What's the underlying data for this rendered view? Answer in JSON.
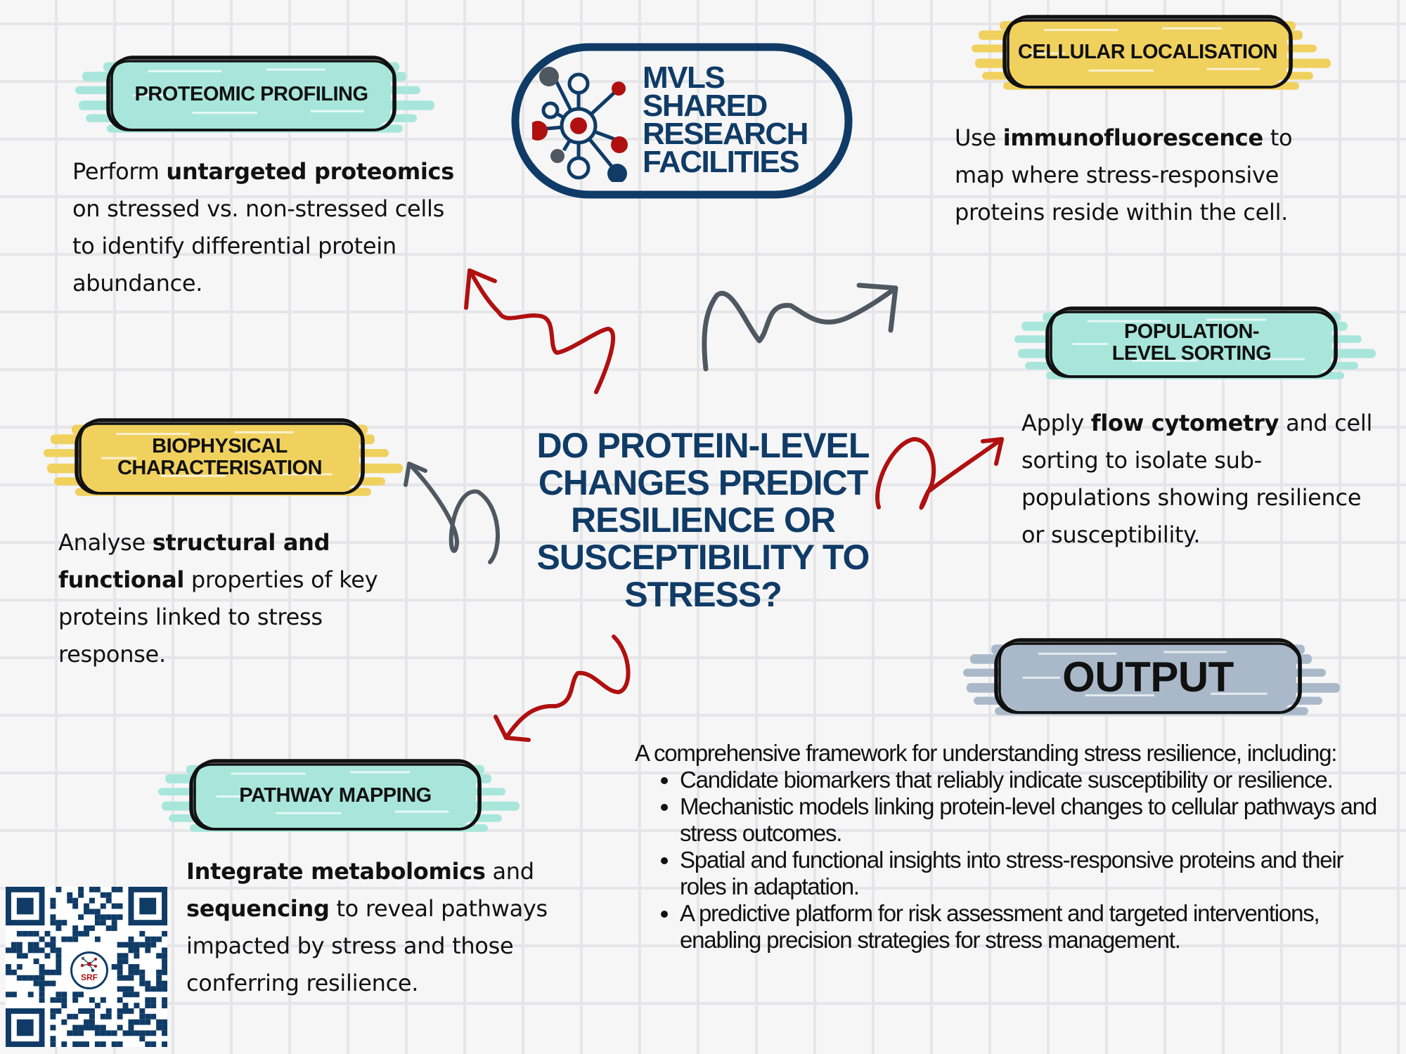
{
  "colors": {
    "navy": "#0f3b66",
    "red": "#b01010",
    "grey": "#4f5861",
    "teal": "#a8e6dc",
    "yellow": "#f0d15e",
    "slate": "#a9b9c9"
  },
  "logo": {
    "line1": "MVLS",
    "line2": "SHARED",
    "line3": "RESEARCH",
    "line4": "FACILITIES",
    "icon": "molecule-network-icon"
  },
  "central_question": "Do protein-level changes predict resilience or susceptibility to stress?",
  "sections": {
    "proteomic": {
      "title": "Proteomic Profiling",
      "text_pre": "Perform ",
      "text_bold": "untargeted proteomics",
      "text_post": " on stressed vs. non-stressed cells to identify differential protein abundance."
    },
    "cellular": {
      "title": "Cellular Localisation",
      "text_pre": "Use ",
      "text_bold": "immunofluorescence",
      "text_post": " to map where stress-responsive proteins reside within the cell."
    },
    "population": {
      "title": "Population-Level Sorting",
      "text_pre": "Apply ",
      "text_bold": "flow cytometry",
      "text_post": " and cell sorting to isolate sub-populations showing resilience or susceptibility."
    },
    "biophysical": {
      "title": "Biophysical Characterisation",
      "text_pre": "Analyse ",
      "text_bold": "structural and functional",
      "text_post": " properties of key proteins linked to stress response."
    },
    "pathway": {
      "title": "Pathway Mapping",
      "text_bold1": "Integrate metabolomics",
      "text_mid": " and ",
      "text_bold2": "sequencing",
      "text_post": " to reveal pathways impacted by stress and those conferring resilience."
    }
  },
  "output": {
    "title": "Output",
    "intro": "A comprehensive framework for understanding stress resilience, including:",
    "items": [
      "Candidate biomarkers that reliably indicate susceptibility or resilience.",
      "Mechanistic models linking protein-level changes to cellular pathways and stress outcomes.",
      "Spatial and functional insights into stress-responsive proteins and their roles in adaptation.",
      "A predictive platform for risk assessment and targeted interventions, enabling precision strategies for stress management."
    ]
  },
  "qr": {
    "center_label": "SRF",
    "icon": "qr-code-icon"
  }
}
